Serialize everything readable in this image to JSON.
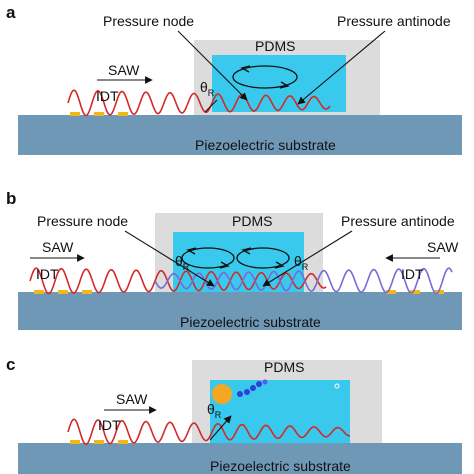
{
  "panels": [
    {
      "letter": "a",
      "labels": {
        "node": "Pressure node",
        "antinode": "Pressure antinode",
        "pdms": "PDMS",
        "saw": "SAW",
        "idt": "IDT",
        "theta": "θ",
        "theta_sub": "R",
        "substrate": "Piezoelectric substrate"
      }
    },
    {
      "letter": "b",
      "labels": {
        "node": "Pressure node",
        "antinode": "Pressure antinode",
        "pdms": "PDMS",
        "saw_left": "SAW",
        "idt_left": "IDT",
        "saw_right": "SAW",
        "idt_right": "IDT",
        "theta_left": "θ",
        "theta_left_sub": "R",
        "theta_right": "θ",
        "theta_right_sub": "R",
        "substrate": "Piezoelectric substrate"
      }
    },
    {
      "letter": "c",
      "labels": {
        "pdms": "PDMS",
        "saw": "SAW",
        "idt": "IDT",
        "theta": "θ",
        "theta_sub": "R",
        "substrate": "Piezoelectric substrate"
      }
    }
  ],
  "colors": {
    "substrate": "#6f98b6",
    "pdms": "#dcdcdc",
    "fluid": "#38c9ec",
    "wave_red": "#d42a2a",
    "wave_purple": "#7a6ad6",
    "electrode": "#f1b81d",
    "particle_large": "#f5a623",
    "particle_small": "#2d3fd8"
  }
}
